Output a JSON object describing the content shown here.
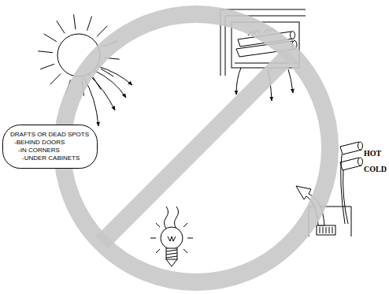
{
  "diagram": {
    "nodes": [
      {
        "text": [
          "DRAFTS OR DEAD SPOTS",
          "-BEHIND DOORS",
          "-IN CORNERS",
          "-UNDER CABINETS"
        ]
      }
    ],
    "labels": [
      "HOT",
      "COLD"
    ]
  }
}
